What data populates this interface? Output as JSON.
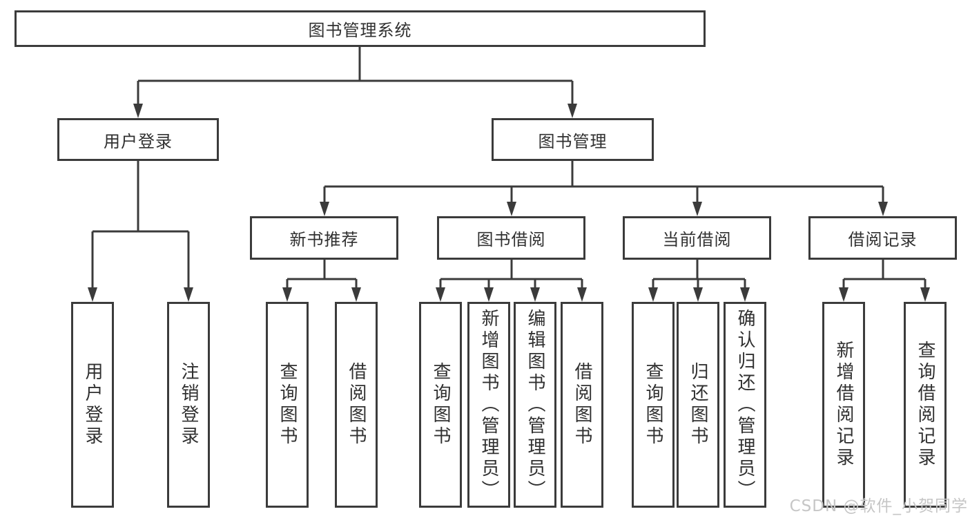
{
  "colors": {
    "line": "#3b3b3b",
    "text": "#303030",
    "watermark": "#c6c6c6",
    "background": "#ffffff"
  },
  "tree": {
    "root": "图书管理系统",
    "level2": [
      {
        "label": "用户登录",
        "leaves": [
          "用户登录",
          "注销登录"
        ]
      },
      {
        "label": "图书管理"
      }
    ],
    "level3": [
      {
        "label": "新书推荐",
        "leaves": [
          "查询图书",
          "借阅图书"
        ]
      },
      {
        "label": "图书借阅",
        "leaves": [
          "查询图书",
          "新增图书（管理员）",
          "编辑图书（管理员）",
          "借阅图书"
        ]
      },
      {
        "label": "当前借阅",
        "leaves": [
          "查询图书",
          "归还图书",
          "确认归还（管理员）"
        ]
      },
      {
        "label": "借阅记录",
        "leaves": [
          "新增借阅记录",
          "查询借阅记录"
        ]
      }
    ]
  },
  "watermark": "CSDN @软件_小贺同学"
}
